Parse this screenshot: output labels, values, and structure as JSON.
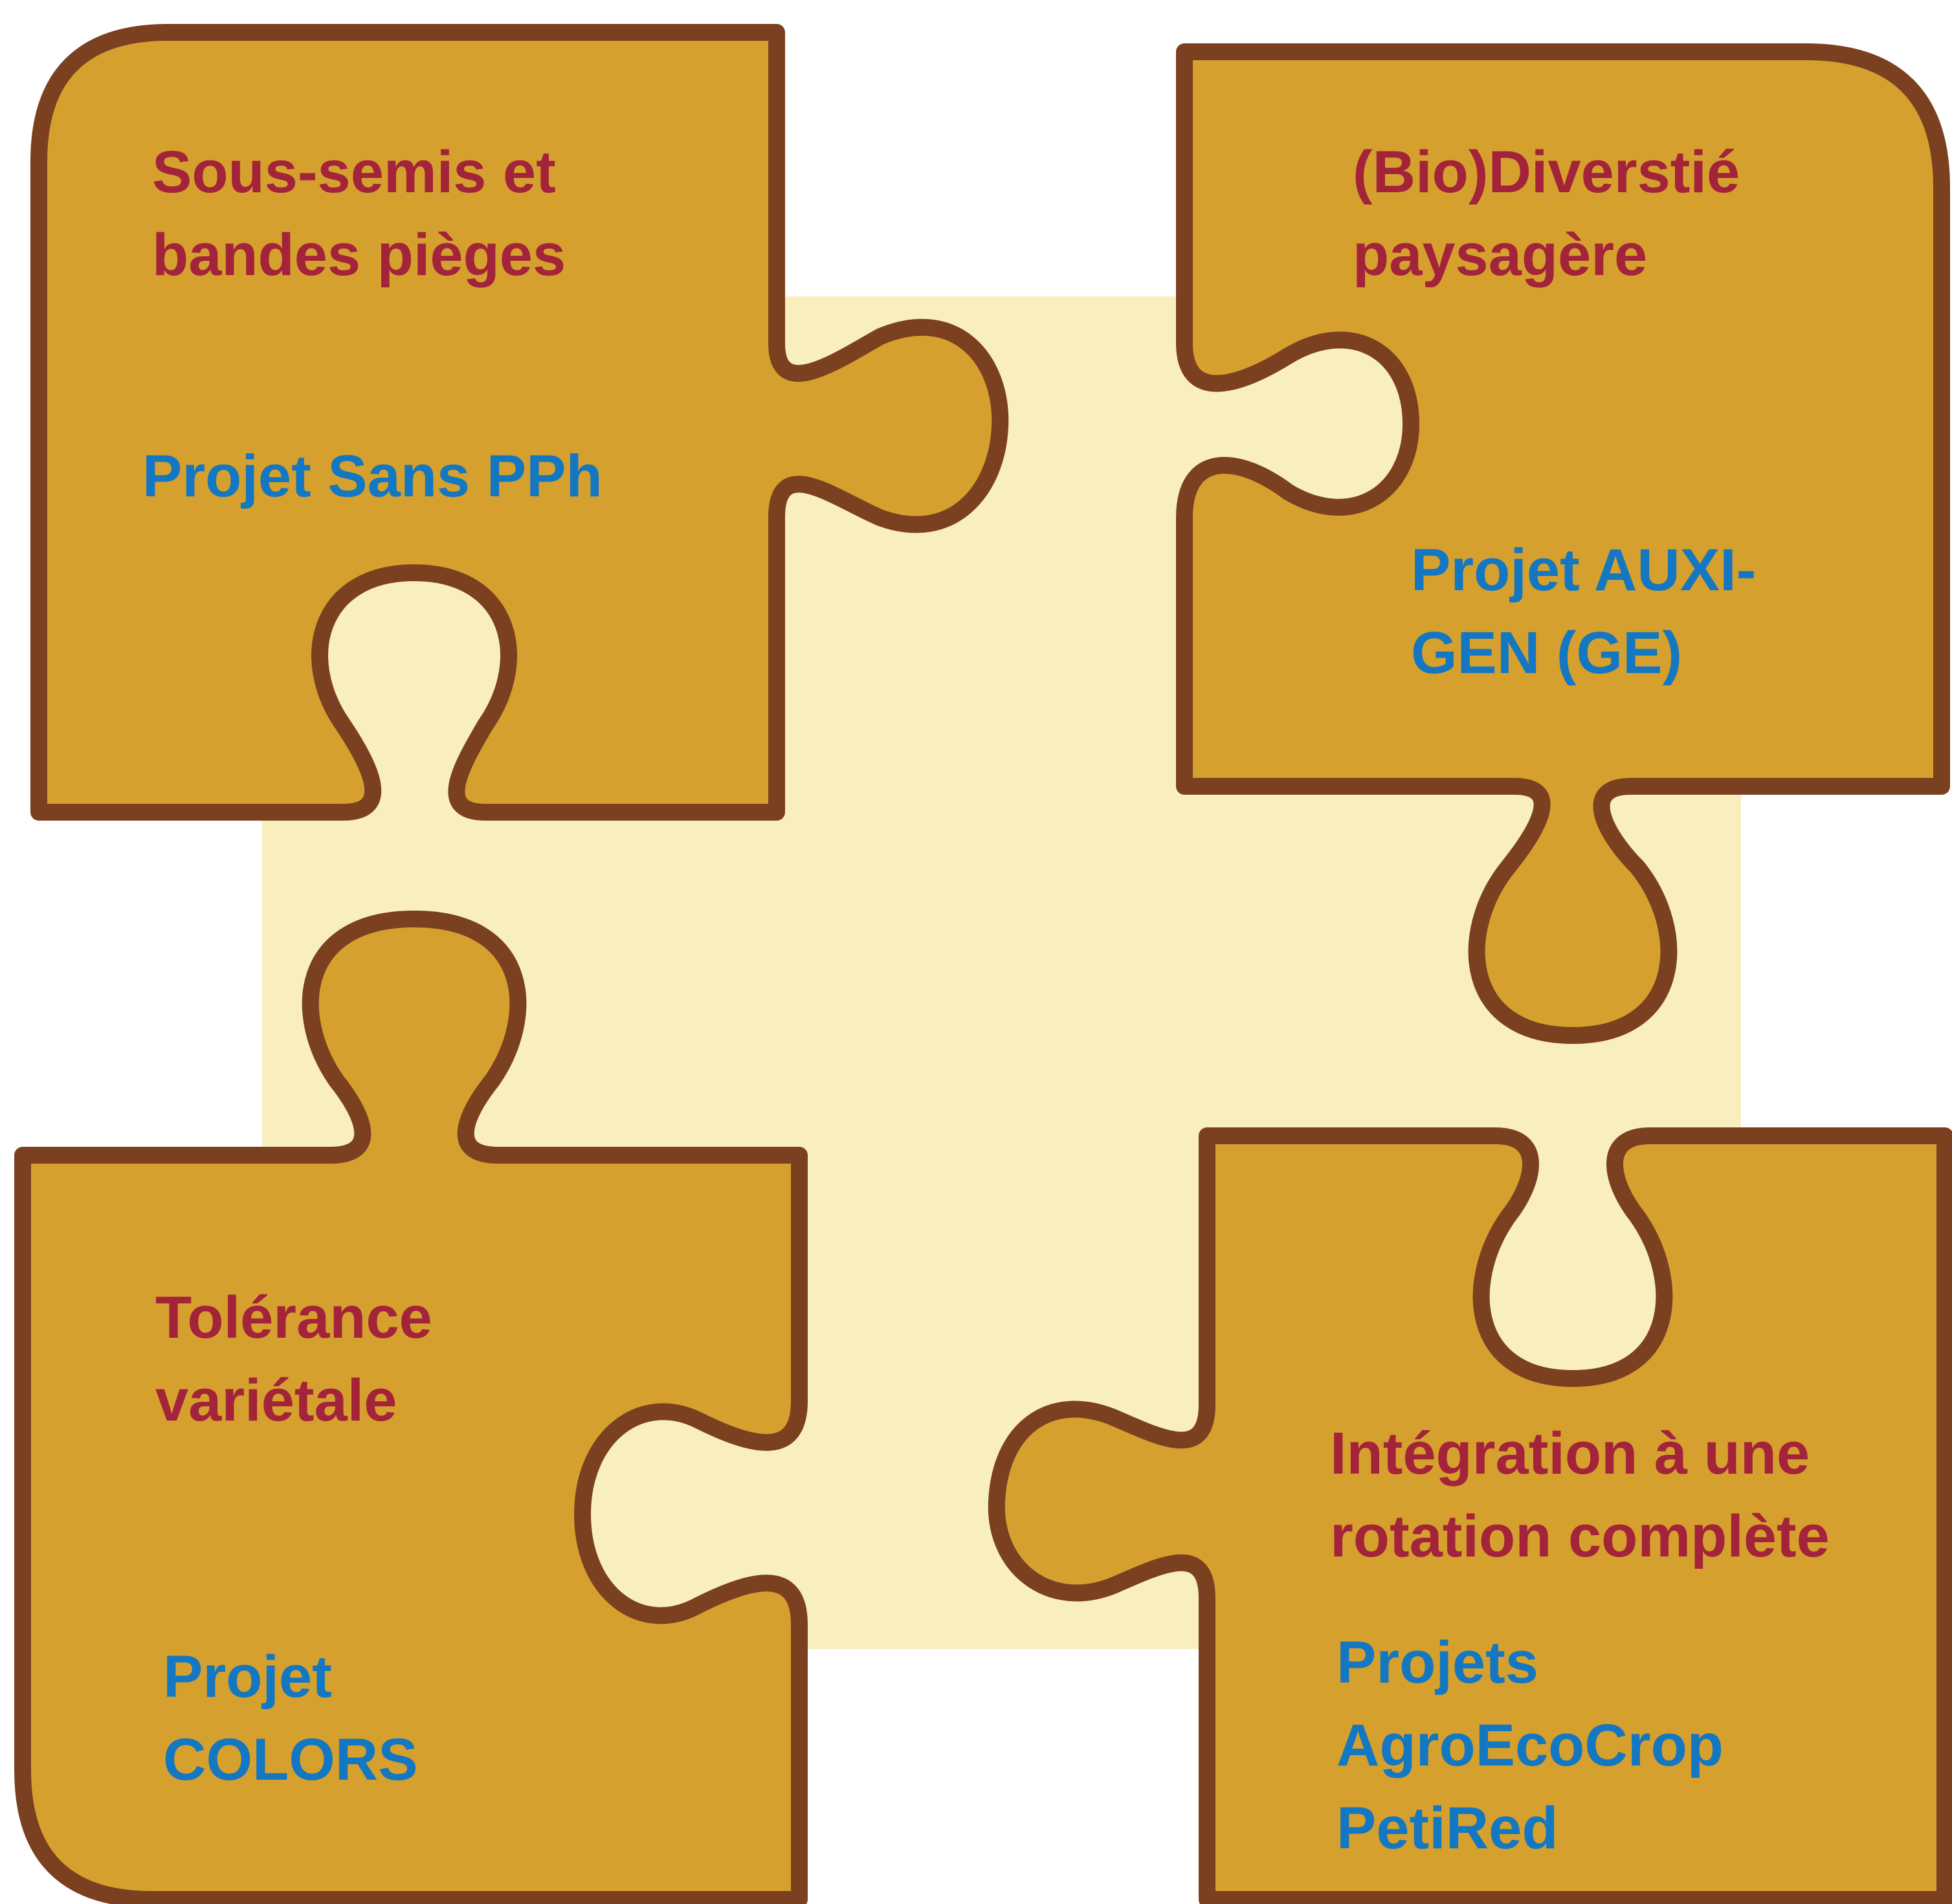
{
  "colors": {
    "background": "#ffffff",
    "center_fill": "#f8eebe",
    "piece_fill": "#d6a02e",
    "piece_outline": "#7a4020",
    "topic_text": "#a3233a",
    "project_text": "#1477c2"
  },
  "pieces": {
    "top_left": {
      "topic": [
        "Sous-semis et",
        "bandes pièges"
      ],
      "project": [
        "Projet Sans PPh"
      ]
    },
    "top_right": {
      "topic": [
        "(Bio)Diverstié",
        "paysagère"
      ],
      "project": [
        "Projet AUXI-",
        "GEN (GE)"
      ]
    },
    "bottom_left": {
      "topic": [
        "Tolérance",
        "variétale"
      ],
      "project": [
        "Projet",
        "COLORS"
      ]
    },
    "bottom_right": {
      "topic": [
        "Intégration à une",
        "rotation complète"
      ],
      "project": [
        "Projets",
        "AgroEcoCrop",
        "PetiRed"
      ]
    }
  }
}
